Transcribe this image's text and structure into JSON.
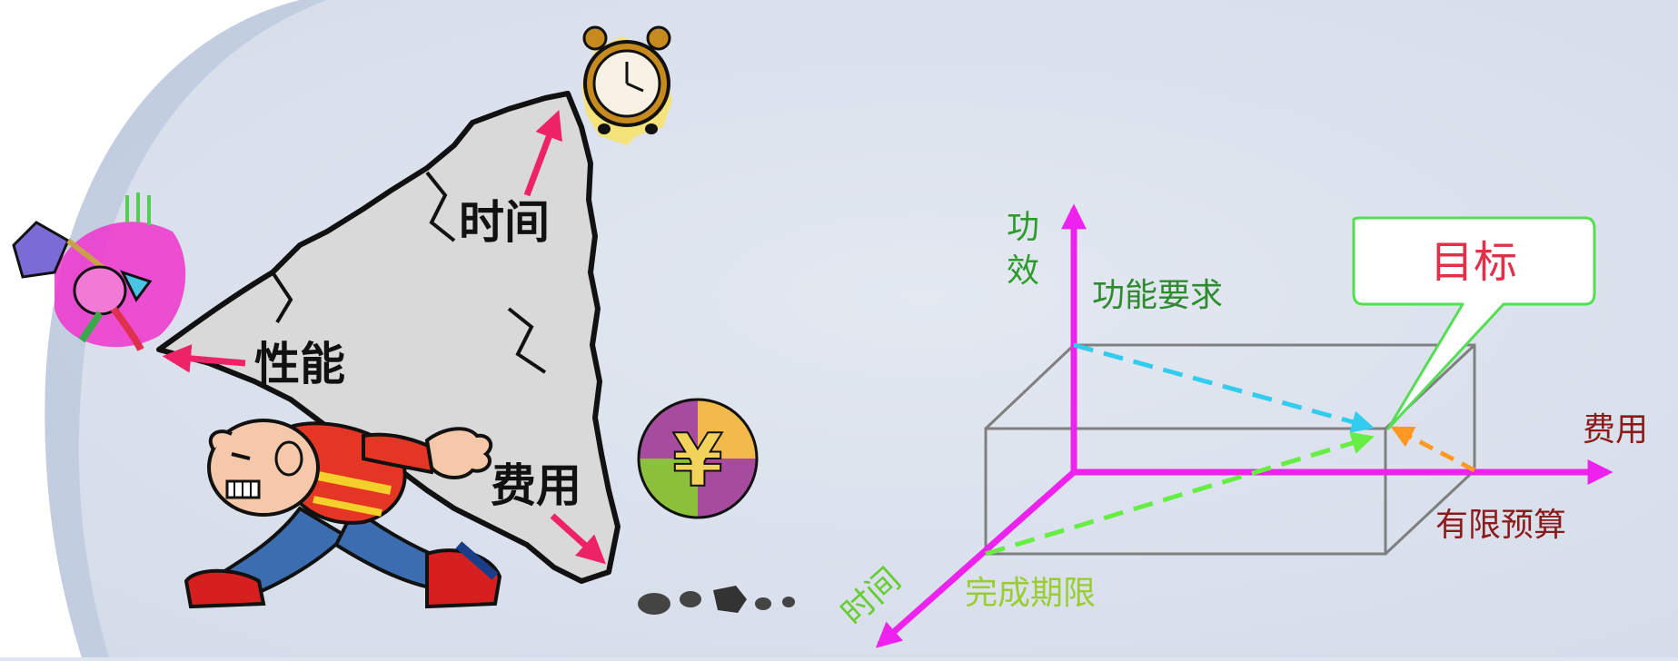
{
  "left_illustration": {
    "labels": {
      "time": "时间",
      "performance": "性能",
      "cost": "费用"
    },
    "icons": [
      "alarm-clock",
      "firework-rocket",
      "yuan-coin",
      "straining-man",
      "boulder"
    ],
    "coin_symbol": "¥"
  },
  "diagram_3d": {
    "axis_efficacy": "功效",
    "axis_cost": "费用",
    "axis_time": "时间",
    "functional_requirement": "功能要求",
    "limited_budget": "有限预算",
    "completion_deadline": "完成期限",
    "target": "目标"
  },
  "colors": {
    "background": "#dfe5ef",
    "axis": "#ee22ee",
    "arrow_pink": "#ee2266",
    "box_edge": "#7f7f7f",
    "efficacy_green": "#2e9b2e",
    "time_green": "#66cc33",
    "deadline_green": "#9acd32",
    "cost_brown": "#8b1a1a",
    "target_red": "#e0304a",
    "dash_cyan": "#33ccee",
    "dash_green": "#66ee44",
    "dash_orange": "#ff9922",
    "callout_border": "#55dd55"
  }
}
